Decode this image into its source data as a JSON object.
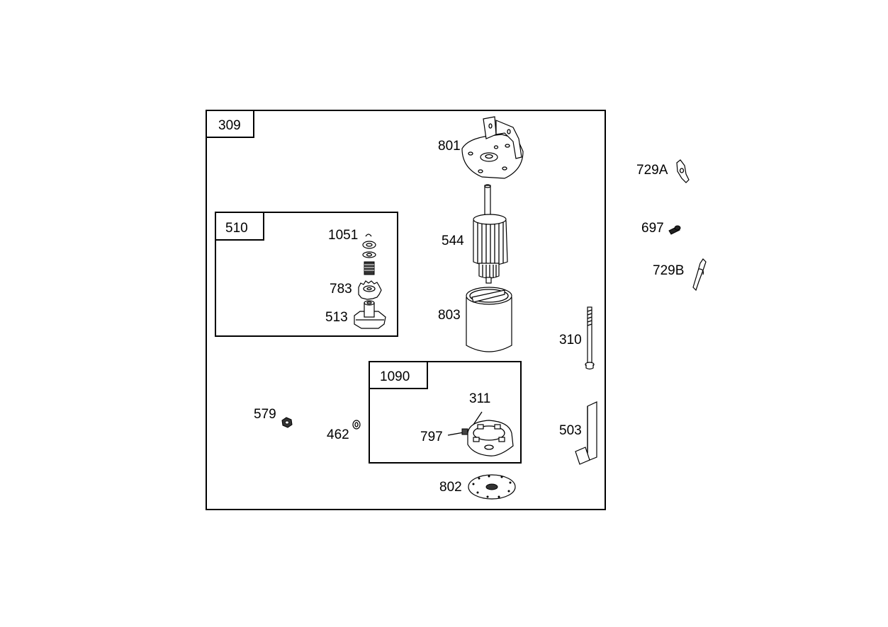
{
  "groups": {
    "outer": "309",
    "drive_kit": "510",
    "brush_kit": "1090"
  },
  "parts": {
    "p801": "801",
    "p729a": "729A",
    "p697": "697",
    "p729b": "729B",
    "p544": "544",
    "p803": "803",
    "p310": "310",
    "p1051": "1051",
    "p783": "783",
    "p513": "513",
    "p311": "311",
    "p797": "797",
    "p579": "579",
    "p462": "462",
    "p503": "503",
    "p802": "802"
  }
}
